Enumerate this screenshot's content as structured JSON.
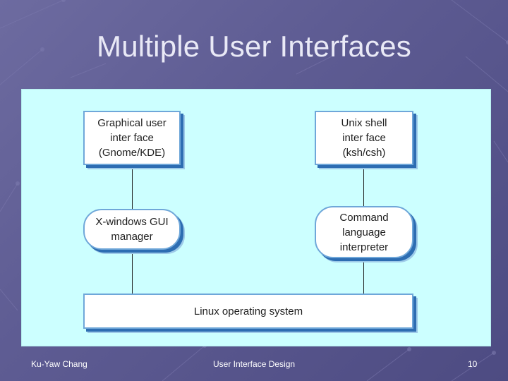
{
  "slide": {
    "title": "Multiple User Interfaces"
  },
  "diagram": {
    "gui_box": "Graphical user\ninter face\n(Gnome/KDE)",
    "shell_box": "Unix shell\ninter face\n(ksh/csh)",
    "xwin_box": "X-windows GUI\nmanager",
    "cli_box": "Command\nlanguage\ninterpreter",
    "os_box": "Linux operating system"
  },
  "footer": {
    "author": "Ku-Yaw Chang",
    "course": "User Interface Design",
    "page": "10"
  },
  "colors": {
    "background": "#5e5c93",
    "panel": "#ccffff",
    "box_border": "#6fa7d9",
    "box_shadow": "#2d6db2"
  }
}
